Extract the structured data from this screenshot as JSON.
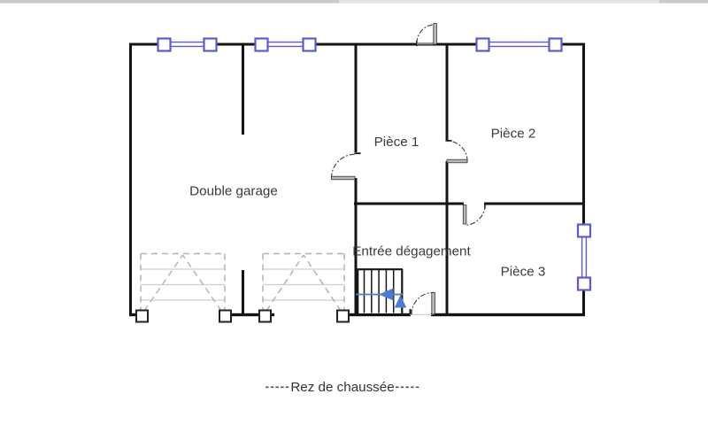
{
  "floor_plan": {
    "rooms": [
      {
        "id": "double-garage",
        "label": "Double garage"
      },
      {
        "id": "piece-1",
        "label": "Pièce 1"
      },
      {
        "id": "piece-2",
        "label": "Pièce 2"
      },
      {
        "id": "piece-3",
        "label": "Pièce 3"
      },
      {
        "id": "entree-degagement",
        "label": "Entrée dégagement"
      }
    ],
    "caption": "Rez de chaussée",
    "symbols": {
      "windows": 4,
      "doors": 5,
      "garage_doors": 2,
      "stairs": 1
    },
    "colors": {
      "wall": "#141414",
      "window_blue": "#5c59d8",
      "stair_arrow_blue": "#4a7dd2",
      "garage_door_gray": "#b3b3b3",
      "label_text": "#3a3a3a"
    }
  }
}
